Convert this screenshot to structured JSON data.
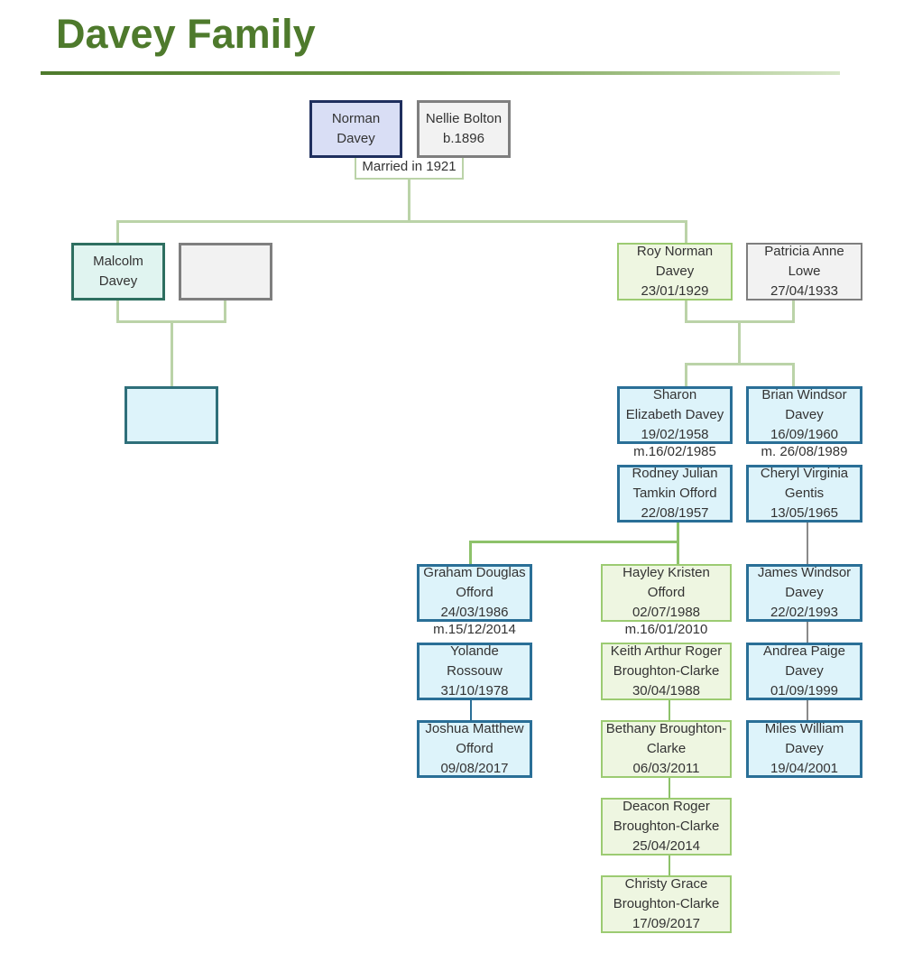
{
  "title": "Davey Family",
  "couple_root": {
    "husband": {
      "lines": [
        "Norman",
        "Davey"
      ]
    },
    "wife": {
      "lines": [
        "Nellie Bolton",
        "b.1896"
      ]
    },
    "marriage": "Married in 1921"
  },
  "malcolm": {
    "lines": [
      "Malcolm",
      "Davey"
    ]
  },
  "roy": {
    "lines": [
      "Roy Norman",
      "Davey",
      "23/01/1929"
    ]
  },
  "patricia": {
    "lines": [
      "Patricia Anne",
      "Lowe",
      "27/04/1933"
    ]
  },
  "sharon": {
    "lines": [
      "Sharon",
      "Elizabeth Davey",
      "19/02/1958"
    ],
    "marriage": "m.16/02/1985"
  },
  "rodney": {
    "lines": [
      "Rodney Julian",
      "Tamkin Offord",
      "22/08/1957"
    ]
  },
  "brian": {
    "lines": [
      "Brian Windsor",
      "Davey",
      "16/09/1960"
    ],
    "marriage": "m. 26/08/1989"
  },
  "cheryl": {
    "lines": [
      "Cheryl Virginia",
      "Gentis",
      "13/05/1965"
    ]
  },
  "graham": {
    "lines": [
      "Graham Douglas",
      "Offord",
      "24/03/1986"
    ],
    "marriage": "m.15/12/2014"
  },
  "yolande": {
    "lines": [
      "Yolande",
      "Rossouw",
      "31/10/1978"
    ]
  },
  "joshua": {
    "lines": [
      "Joshua Matthew",
      "Offord",
      "09/08/2017"
    ]
  },
  "hayley": {
    "lines": [
      "Hayley Kristen",
      "Offord",
      "02/07/1988"
    ],
    "marriage": "m.16/01/2010"
  },
  "keith": {
    "lines": [
      "Keith Arthur Roger",
      "Broughton-Clarke",
      "30/04/1988"
    ]
  },
  "bethany": {
    "lines": [
      "Bethany Broughton-",
      "Clarke",
      "06/03/2011"
    ]
  },
  "deacon": {
    "lines": [
      "Deacon Roger",
      "Broughton-Clarke",
      "25/04/2014"
    ]
  },
  "christy": {
    "lines": [
      "Christy Grace",
      "Broughton-Clarke",
      "17/09/2017"
    ]
  },
  "james": {
    "lines": [
      "James Windsor",
      "Davey",
      "22/02/1993"
    ]
  },
  "andrea": {
    "lines": [
      "Andrea Paige",
      "Davey",
      "01/09/1999"
    ]
  },
  "miles": {
    "lines": [
      "Miles William",
      "Davey",
      "19/04/2001"
    ]
  },
  "colors": {
    "title": "#4E7A2C",
    "blue_border": "#2A6F97",
    "green_border": "#9CCB72",
    "navy_border": "#1F2F5E"
  }
}
